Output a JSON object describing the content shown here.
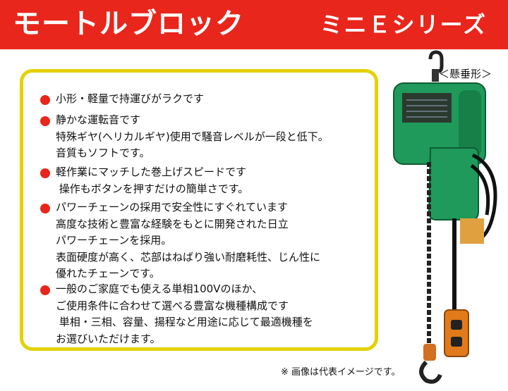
{
  "banner": {
    "title": "モートルブロック",
    "series": "ミニＥシリーズ"
  },
  "photo": {
    "label": "＜懸垂形＞"
  },
  "features": [
    {
      "lines": [
        "小形・軽量で持運びがラクです"
      ]
    },
    {
      "lines": [
        "静かな運転音です",
        "特殊ギヤ(ヘリカルギヤ)使用で騒音レベルが一段と低下。",
        "音質もソフトです。"
      ]
    },
    {
      "lines": [
        "軽作業にマッチした巻上げスピードです",
        " 操作もボタンを押すだけの簡単さです。"
      ]
    },
    {
      "lines": [
        "パワーチェーンの採用で安全性にすぐれています",
        "高度な技術と豊富な経験をもとに開発された日立",
        "パワーチェーンを採用。",
        "表面硬度が高く、芯部はねばり強い耐磨耗性、じん性に",
        "優れたチェーンです。"
      ]
    },
    {
      "lines": [
        "一般のご家庭でも使える単相100Vのほか、",
        "ご使用条件に合わせて選べる豊富な機種構成です",
        " 単相・三相、容量、揚程など用途に応じて最適機種を",
        "お選びいただけます。"
      ]
    }
  ],
  "note": "※ 画像は代表イメージです。",
  "colors": {
    "banner": "#e8261c",
    "card_border": "#e3d200",
    "bullet": "#e8261c",
    "hoist_body": "#1f9a5a",
    "controller": "#e07a1a"
  }
}
